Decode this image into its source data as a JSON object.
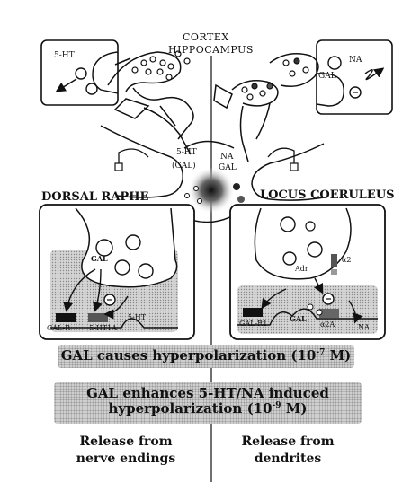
{
  "title_line1": "CORTEX",
  "title_line2": "HIPPOCAMPUS",
  "left_region": "DORSAL RAPHE",
  "right_region": "LOCUS COERULEUS",
  "left_inset_label": "5-HT",
  "right_inset_labels": {
    "na": "NA",
    "gal": "GAL"
  },
  "left_cell_label": {
    "l1": "5-HT",
    "l2": "(GAL)"
  },
  "right_cell_label": {
    "l1": "NA",
    "l2": "GAL"
  },
  "left_box": {
    "gal": "GAL",
    "gal_r": "GAL-R",
    "ht1a": "5-HT1A",
    "ht": "5-HT"
  },
  "right_box": {
    "adr": "Adr",
    "a2": "α2",
    "gal_r1": "GAL-R1",
    "gal": "GAL",
    "a2a": "α2A",
    "na": "NA"
  },
  "band1": {
    "text": "GAL causes hyperpolarization (10",
    "exp": "-7",
    "unit": " M)"
  },
  "band2": {
    "line1": "GAL enhances 5-HT/NA induced",
    "line2": "hyperpolarization (10",
    "exp": "-9",
    "unit": " M)"
  },
  "bottom_left": {
    "l1": "Release from",
    "l2": "nerve endings"
  },
  "bottom_right": {
    "l1": "Release from",
    "l2": "dendrites"
  }
}
